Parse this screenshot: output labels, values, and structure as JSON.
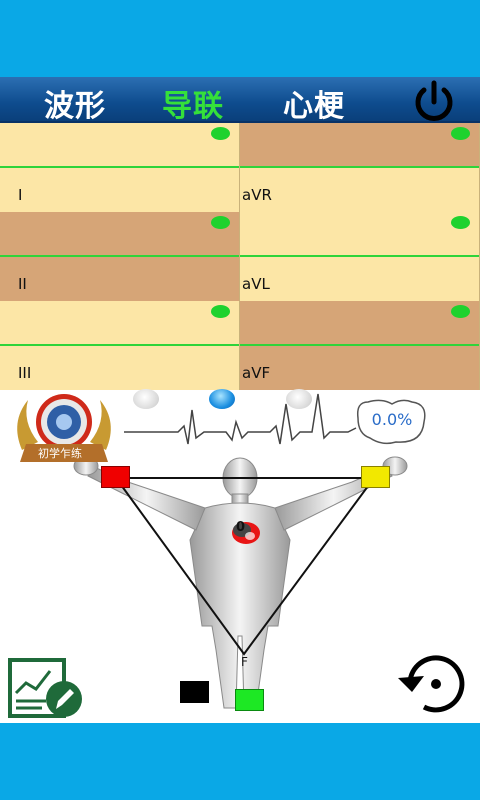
{
  "nav": {
    "tabs": [
      {
        "label": "波形",
        "active": false
      },
      {
        "label": "导联",
        "active": true
      },
      {
        "label": "心梗",
        "active": false
      }
    ],
    "power_icon": "power-icon"
  },
  "leads": [
    {
      "label": "I",
      "shade": "light"
    },
    {
      "label": "aVR",
      "shade": "dark"
    },
    {
      "label": "II",
      "shade": "dark"
    },
    {
      "label": "aVL",
      "shade": "light"
    },
    {
      "label": "III",
      "shade": "light"
    },
    {
      "label": "aVF",
      "shade": "dark"
    }
  ],
  "panel": {
    "badge_text": "初学乍练",
    "percent": "0.0%",
    "pager": {
      "count": 3,
      "active_index": 1
    },
    "foot_label": "F",
    "heart_label": "0",
    "electrodes": [
      {
        "name": "right-arm",
        "color": "#f00000"
      },
      {
        "name": "left-arm",
        "color": "#f2e800"
      },
      {
        "name": "right-leg",
        "color": "#000000"
      },
      {
        "name": "left-leg",
        "color": "#1de824"
      }
    ]
  },
  "colors": {
    "background": "#0aa8e6",
    "nav_active": "#35e03a",
    "indicator": "#1fd22e",
    "cell_light": "#fce6a6",
    "cell_dark": "#d6a577"
  }
}
